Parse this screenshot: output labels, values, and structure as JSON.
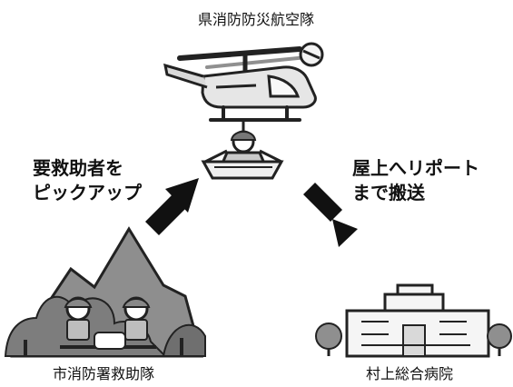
{
  "diagram": {
    "top_label": "県消防防災航空隊",
    "left_caption": [
      "要救助者を",
      "ピックアップ"
    ],
    "right_caption": [
      "屋上へリポート",
      "まで搬送"
    ],
    "bottom_left_label": "市消防署救助隊",
    "bottom_right_label": "村上総合病院"
  },
  "icons": {
    "helicopter": "helicopter-icon",
    "rescuer": "hoisted-rescuer-icon",
    "mountain_scene": "mountain-rescue-scene-icon",
    "hospital": "hospital-building-icon",
    "arrow_up": "arrow-up-right-icon",
    "arrow_down": "arrow-down-right-icon"
  }
}
